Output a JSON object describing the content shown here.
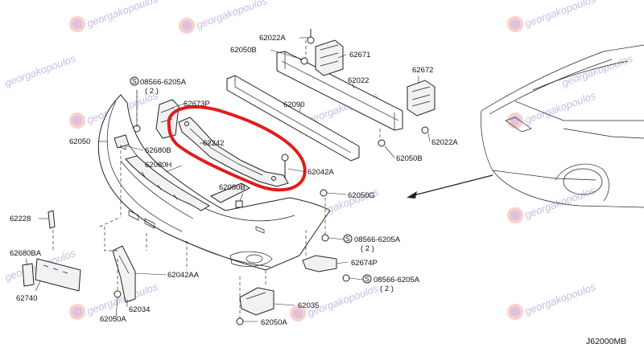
{
  "watermark": {
    "text": "georgakopoulos",
    "color": "#9a86c9"
  },
  "highlight_color": "#e11d1d",
  "diagram_code": "J62000MB",
  "labels": {
    "p62022A_top": "62022A",
    "p62050B_top": "62050B",
    "p62671": "62671",
    "p62672": "62672",
    "p62022": "62022",
    "p08566_a": "08566-6205A",
    "p08566_a_qty": "( 2 )",
    "p62673P": "62673P",
    "p62090": "62090",
    "p62050": "62050",
    "p62242": "62242",
    "p62680B": "62680B",
    "p62022A_right": "62022A",
    "p62050B_right": "62050B",
    "p62080H": "62080H",
    "p62042A": "62042A",
    "p62080B": "62080B",
    "p62050G": "62050G",
    "p62228": "62228",
    "p08566_b": "08566-6205A",
    "p08566_b_qty": "( 2 )",
    "p62680BA": "62680BA",
    "p62674P": "62674P",
    "p62042AA": "62042AA",
    "p08566_c": "08566-6205A",
    "p08566_c_qty": "( 2 )",
    "p62740": "62740",
    "p62034": "62034",
    "p62035": "62035",
    "p62050A_left": "62050A",
    "p62050A_bottom": "62050A",
    "bolt_symbol": "S"
  }
}
